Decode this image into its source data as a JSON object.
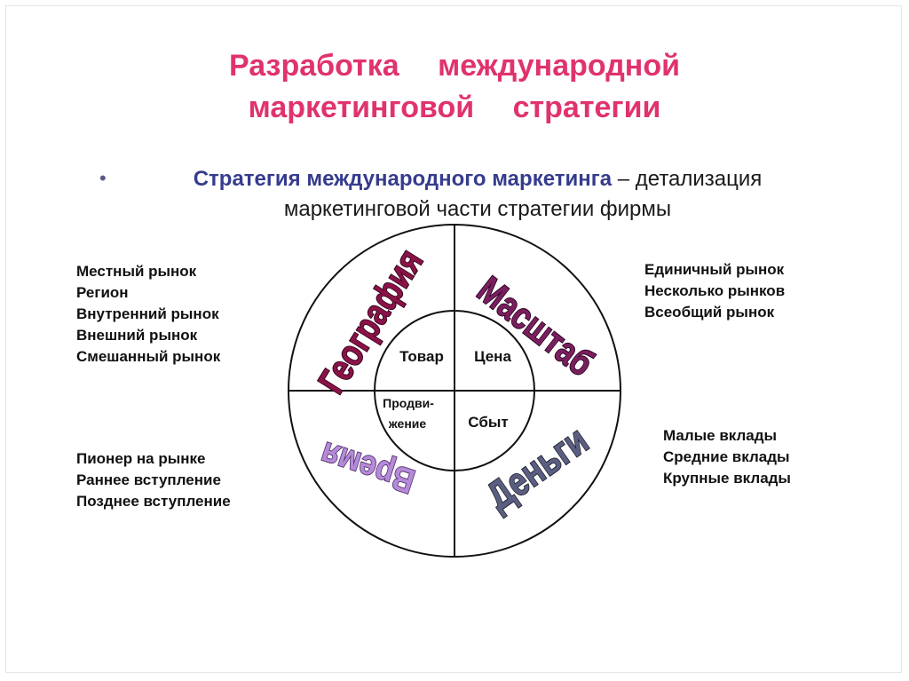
{
  "title": {
    "line1": "Разработка международной",
    "line2": "маркетинговой стратегии"
  },
  "subtitle": {
    "bullet": "•",
    "highlight": "Стратегия международного маркетинга",
    "rest": " – детализация",
    "line2": "маркетинговой части стратегии фирмы"
  },
  "lists": {
    "geography": [
      "Местный рынок",
      "Регион",
      "Внутренний рынок",
      "Внешний рынок",
      "Смешанный  рынок"
    ],
    "scale": [
      "Единичный рынок",
      "Несколько рынков",
      "Всеобщий рынок"
    ],
    "time": [
      "Пионер  на рынке",
      "Раннее вступление",
      "Позднее вступление"
    ],
    "money": [
      "Малые вклады",
      "Средние вклады",
      "Крупные вклады"
    ]
  },
  "diagram": {
    "sectors": {
      "geography": "География",
      "scale": "Масштаб",
      "time": "Время",
      "money": "Деньги"
    },
    "inner": {
      "product": "Товар",
      "price": "Цена",
      "promotion_1": "Продви-",
      "promotion_2": "жение",
      "distribution": "Сбыт"
    },
    "colors": {
      "geography": "#8a1248",
      "scale": "#7a1f5e",
      "time": "#b58ad8",
      "money": "#5a5f82"
    }
  }
}
